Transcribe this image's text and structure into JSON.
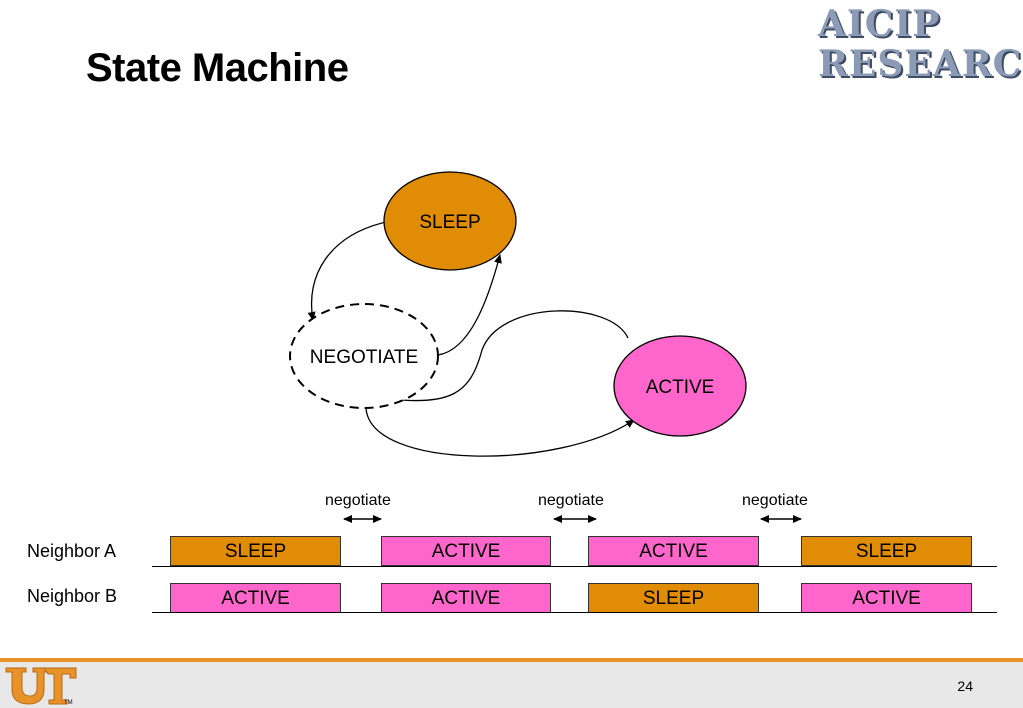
{
  "slide": {
    "title": "State Machine",
    "logo_line1": "AICIP",
    "logo_line2": "RESEARCH",
    "page_number": "24"
  },
  "state_machine": {
    "sleep": "SLEEP",
    "negotiate": "NEGOTIATE",
    "active": "ACTIVE",
    "colors": {
      "sleep": "#e08c05",
      "active": "#ff66cc"
    }
  },
  "timeline": {
    "negotiate_labels": [
      "negotiate",
      "negotiate",
      "negotiate"
    ],
    "neighbor_a": {
      "label": "Neighbor A",
      "states": [
        "SLEEP",
        "ACTIVE",
        "ACTIVE",
        "SLEEP"
      ]
    },
    "neighbor_b": {
      "label": "Neighbor B",
      "states": [
        "ACTIVE",
        "ACTIVE",
        "SLEEP",
        "ACTIVE"
      ]
    }
  }
}
